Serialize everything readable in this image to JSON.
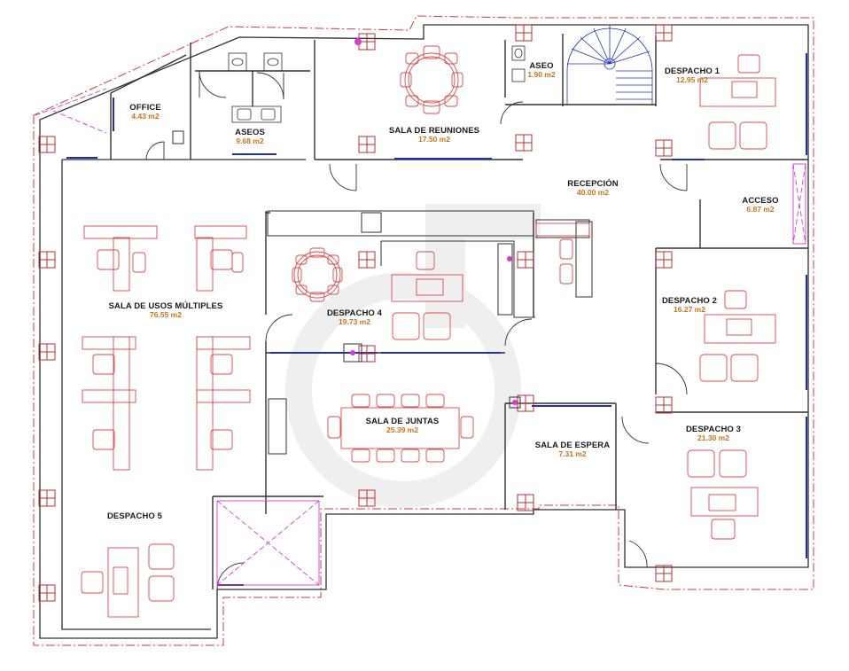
{
  "colors": {
    "wall": "#303030",
    "furniture": "#d94848",
    "boundary": "#d43a3a",
    "window": "#1f2fb0",
    "skylight": "#d23cd2",
    "area_text": "#c8731c",
    "stair": "#1f2fb0",
    "watermark": "#e7e7e7"
  },
  "rooms": [
    {
      "name": "OFFICE",
      "area": "4.43 m2"
    },
    {
      "name": "ASEOS",
      "area": "9.68 m2"
    },
    {
      "name": "SALA DE REUNIONES",
      "area": "17.50 m2"
    },
    {
      "name": "ASEO",
      "area": "1.90 m2"
    },
    {
      "name": "DESPACHO 1",
      "area": "12.95 m2"
    },
    {
      "name": "RECEPCIÓN",
      "area": "40.00 m2"
    },
    {
      "name": "ACCESO",
      "area": "6.87 m2"
    },
    {
      "name": "SALA DE USOS MÚLTIPLES",
      "area": "76.55 m2"
    },
    {
      "name": "DESPACHO 4",
      "area": "19.73 m2"
    },
    {
      "name": "DESPACHO 2",
      "area": "16.27 m2"
    },
    {
      "name": "SALA DE JUNTAS",
      "area": "25.39 m2"
    },
    {
      "name": "SALA DE ESPERA",
      "area": "7.31 m2"
    },
    {
      "name": "DESPACHO 3",
      "area": "21.30 m2"
    },
    {
      "name": "DESPACHO 5",
      "area": ""
    }
  ]
}
